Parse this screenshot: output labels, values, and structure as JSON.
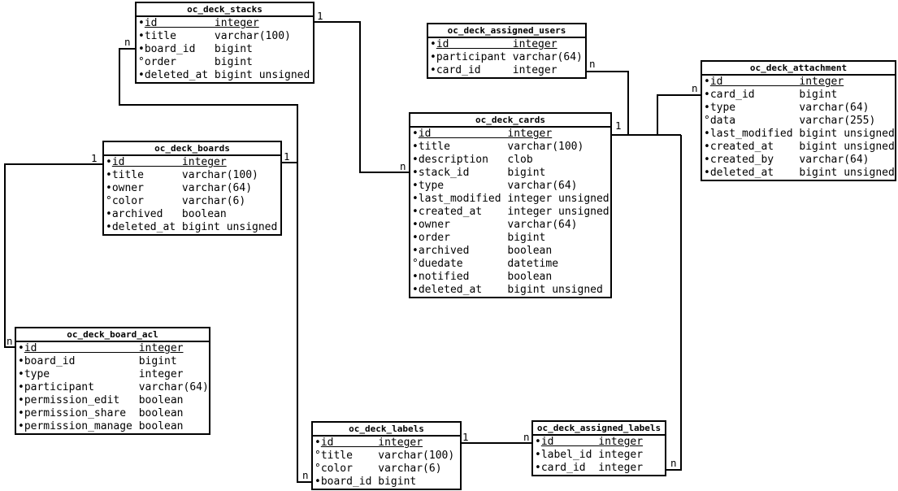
{
  "diagram": {
    "type": "entity-relationship",
    "marker_glyphs": {
      "not_null": "•",
      "nullable": "°"
    },
    "colors": {
      "line": "#000000",
      "background": "#ffffff",
      "text": "#000000"
    },
    "tables": [
      {
        "name": "oc_deck_stacks",
        "columns": [
          {
            "marker": "not_null",
            "name": "id",
            "type": "integer",
            "pk": true
          },
          {
            "marker": "not_null",
            "name": "title",
            "type": "varchar(100)",
            "pk": false
          },
          {
            "marker": "not_null",
            "name": "board_id",
            "type": "bigint",
            "pk": false
          },
          {
            "marker": "nullable",
            "name": "order",
            "type": "bigint",
            "pk": false
          },
          {
            "marker": "not_null",
            "name": "deleted_at",
            "type": "bigint unsigned",
            "pk": false
          }
        ]
      },
      {
        "name": "oc_deck_assigned_users",
        "columns": [
          {
            "marker": "not_null",
            "name": "id",
            "type": "integer",
            "pk": true
          },
          {
            "marker": "not_null",
            "name": "participant",
            "type": "varchar(64)",
            "pk": false
          },
          {
            "marker": "not_null",
            "name": "card_id",
            "type": "integer",
            "pk": false
          }
        ]
      },
      {
        "name": "oc_deck_attachment",
        "columns": [
          {
            "marker": "not_null",
            "name": "id",
            "type": "integer",
            "pk": true
          },
          {
            "marker": "not_null",
            "name": "card_id",
            "type": "bigint",
            "pk": false
          },
          {
            "marker": "not_null",
            "name": "type",
            "type": "varchar(64)",
            "pk": false
          },
          {
            "marker": "nullable",
            "name": "data",
            "type": "varchar(255)",
            "pk": false
          },
          {
            "marker": "not_null",
            "name": "last_modified",
            "type": "bigint unsigned",
            "pk": false
          },
          {
            "marker": "not_null",
            "name": "created_at",
            "type": "bigint unsigned",
            "pk": false
          },
          {
            "marker": "not_null",
            "name": "created_by",
            "type": "varchar(64)",
            "pk": false
          },
          {
            "marker": "not_null",
            "name": "deleted_at",
            "type": "bigint unsigned",
            "pk": false
          }
        ]
      },
      {
        "name": "oc_deck_boards",
        "columns": [
          {
            "marker": "not_null",
            "name": "id",
            "type": "integer",
            "pk": true
          },
          {
            "marker": "not_null",
            "name": "title",
            "type": "varchar(100)",
            "pk": false
          },
          {
            "marker": "not_null",
            "name": "owner",
            "type": "varchar(64)",
            "pk": false
          },
          {
            "marker": "nullable",
            "name": "color",
            "type": "varchar(6)",
            "pk": false
          },
          {
            "marker": "not_null",
            "name": "archived",
            "type": "boolean",
            "pk": false
          },
          {
            "marker": "not_null",
            "name": "deleted_at",
            "type": "bigint unsigned",
            "pk": false
          }
        ]
      },
      {
        "name": "oc_deck_cards",
        "columns": [
          {
            "marker": "not_null",
            "name": "id",
            "type": "integer",
            "pk": true
          },
          {
            "marker": "not_null",
            "name": "title",
            "type": "varchar(100)",
            "pk": false
          },
          {
            "marker": "not_null",
            "name": "description",
            "type": "clob",
            "pk": false
          },
          {
            "marker": "not_null",
            "name": "stack_id",
            "type": "bigint",
            "pk": false
          },
          {
            "marker": "not_null",
            "name": "type",
            "type": "varchar(64)",
            "pk": false
          },
          {
            "marker": "not_null",
            "name": "last_modified",
            "type": "integer unsigned",
            "pk": false
          },
          {
            "marker": "not_null",
            "name": "created_at",
            "type": "integer unsigned",
            "pk": false
          },
          {
            "marker": "not_null",
            "name": "owner",
            "type": "varchar(64)",
            "pk": false
          },
          {
            "marker": "not_null",
            "name": "order",
            "type": "bigint",
            "pk": false
          },
          {
            "marker": "not_null",
            "name": "archived",
            "type": "boolean",
            "pk": false
          },
          {
            "marker": "nullable",
            "name": "duedate",
            "type": "datetime",
            "pk": false
          },
          {
            "marker": "not_null",
            "name": "notified",
            "type": "boolean",
            "pk": false
          },
          {
            "marker": "not_null",
            "name": "deleted_at",
            "type": "bigint unsigned",
            "pk": false
          }
        ]
      },
      {
        "name": "oc_deck_board_acl",
        "columns": [
          {
            "marker": "not_null",
            "name": "id",
            "type": "integer",
            "pk": true
          },
          {
            "marker": "not_null",
            "name": "board_id",
            "type": "bigint",
            "pk": false
          },
          {
            "marker": "not_null",
            "name": "type",
            "type": "integer",
            "pk": false
          },
          {
            "marker": "not_null",
            "name": "participant",
            "type": "varchar(64)",
            "pk": false
          },
          {
            "marker": "not_null",
            "name": "permission_edit",
            "type": "boolean",
            "pk": false
          },
          {
            "marker": "not_null",
            "name": "permission_share",
            "type": "boolean",
            "pk": false
          },
          {
            "marker": "not_null",
            "name": "permission_manage",
            "type": "boolean",
            "pk": false
          }
        ]
      },
      {
        "name": "oc_deck_labels",
        "columns": [
          {
            "marker": "not_null",
            "name": "id",
            "type": "integer",
            "pk": true
          },
          {
            "marker": "nullable",
            "name": "title",
            "type": "varchar(100)",
            "pk": false
          },
          {
            "marker": "nullable",
            "name": "color",
            "type": "varchar(6)",
            "pk": false
          },
          {
            "marker": "not_null",
            "name": "board_id",
            "type": "bigint",
            "pk": false
          }
        ]
      },
      {
        "name": "oc_deck_assigned_labels",
        "columns": [
          {
            "marker": "not_null",
            "name": "id",
            "type": "integer",
            "pk": true
          },
          {
            "marker": "not_null",
            "name": "label_id",
            "type": "integer",
            "pk": false
          },
          {
            "marker": "not_null",
            "name": "card_id",
            "type": "integer",
            "pk": false
          }
        ]
      }
    ],
    "relations": [
      {
        "from": "oc_deck_stacks",
        "from_card": "n",
        "to": "oc_deck_boards",
        "to_card": "1"
      },
      {
        "from": "oc_deck_stacks",
        "from_card": "1",
        "to": "oc_deck_cards",
        "to_card": "n"
      },
      {
        "from": "oc_deck_boards",
        "from_card": "1",
        "to": "oc_deck_board_acl",
        "to_card": "n"
      },
      {
        "from": "oc_deck_boards",
        "from_card": "1",
        "to": "oc_deck_labels",
        "to_card": "n"
      },
      {
        "from": "oc_deck_assigned_users",
        "from_card": "n",
        "to": "oc_deck_cards",
        "to_card": "1"
      },
      {
        "from": "oc_deck_attachment",
        "from_card": "n",
        "to": "oc_deck_cards",
        "to_card": "1"
      },
      {
        "from": "oc_deck_labels",
        "from_card": "1",
        "to": "oc_deck_assigned_labels",
        "to_card": "n"
      },
      {
        "from": "oc_deck_assigned_labels",
        "from_card": "n",
        "to": "oc_deck_cards",
        "to_card": "1"
      }
    ]
  }
}
